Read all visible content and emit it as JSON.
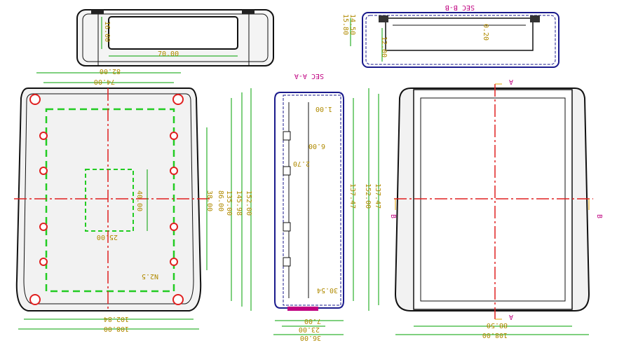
{
  "top_view": {
    "dim_height": "16.00",
    "dim_width": "70.00"
  },
  "section_b": {
    "title": "SEC B-B",
    "dim_a": "14.50",
    "dim_b": "15.80",
    "dim_c": "12.00",
    "dim_d": "0.20"
  },
  "bottom_view": {
    "dim_82": "82.00",
    "dim_74": "74.00",
    "dim_40": "40.00",
    "dim_25": "25.00",
    "dim_38": "38.00",
    "dim_86": "86.00",
    "dim_135": "135.00",
    "dim_145": "145.98",
    "dim_152": "152.00",
    "dim_102": "102.84",
    "dim_108": "108.00",
    "screw": "N2.5"
  },
  "section_a": {
    "title": "SEC A-A",
    "dim_1": "1.00",
    "dim_6": "6.00",
    "dim_27": "2.70",
    "dim_137": "137.47",
    "dim_305": "30.54",
    "dim_7": "7.00",
    "dim_23": "23.00",
    "dim_36": "36.00"
  },
  "front_view": {
    "mark_a_top": "A",
    "mark_a_bottom": "A",
    "mark_b_left": "B",
    "mark_b_right": "B",
    "dim_137": "137.47",
    "dim_152": "152.00",
    "dim_885": "88.50",
    "dim_108": "108.00"
  }
}
